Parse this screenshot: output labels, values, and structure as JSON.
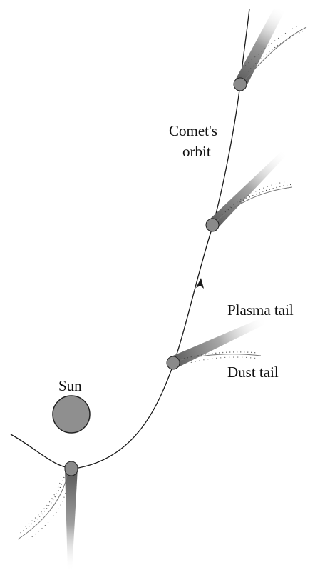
{
  "labels": {
    "sun": "Sun",
    "orbit_line1": "Comet's",
    "orbit_line2": "orbit",
    "plasma_tail": "Plasma tail",
    "dust_tail": "Dust tail"
  },
  "colors": {
    "sun_fill": "#8f8f8f",
    "nucleus_fill": "#8a8a8a",
    "line": "#1a1a1a",
    "tail_gradient_start": "#5a5a5a",
    "tail_gradient_end": "#ffffff"
  },
  "icons": {
    "direction": "arrowhead-icon"
  }
}
